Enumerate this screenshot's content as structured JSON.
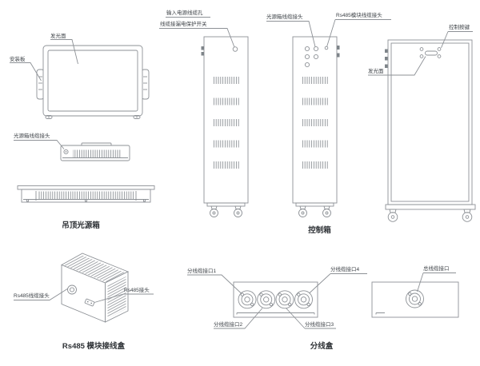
{
  "colors": {
    "line": "#8d9196",
    "label_text": "#3d4247",
    "caption_text": "#2e3236",
    "background": "#ffffff"
  },
  "ceiling_light_box": {
    "caption": "吊顶光源箱",
    "labels": {
      "light_face": "发光面",
      "mounting_plate": "安装板",
      "cable_connector": "光源箱线缆接头"
    }
  },
  "control_box": {
    "caption": "控制箱",
    "labels": {
      "input_power_cable_hole": "输入电源线缆孔",
      "cable_to_leakage_protection_switch": "线缆接漏电保护开关",
      "light_box_cable_connector": "光源箱线缆接头",
      "rs485_module_cable_connector": "Rs485模块线缆接头",
      "control_buttons": "控制按键",
      "light_face": "发光面"
    }
  },
  "rs485_junction_box": {
    "caption": "Rs485 模块接线盒",
    "labels": {
      "rs485_cable_connector": "Rs485线缆接头",
      "rs485_connector": "Rs485接头"
    }
  },
  "distribution_box": {
    "caption": "分线盒",
    "labels": {
      "branch_port_1": "分线缆接口1",
      "branch_port_2": "分线缆接口2",
      "branch_port_3": "分线缆接口3",
      "branch_port_4": "分线缆接口4",
      "bus_cable_port": "总线缆接口"
    }
  }
}
